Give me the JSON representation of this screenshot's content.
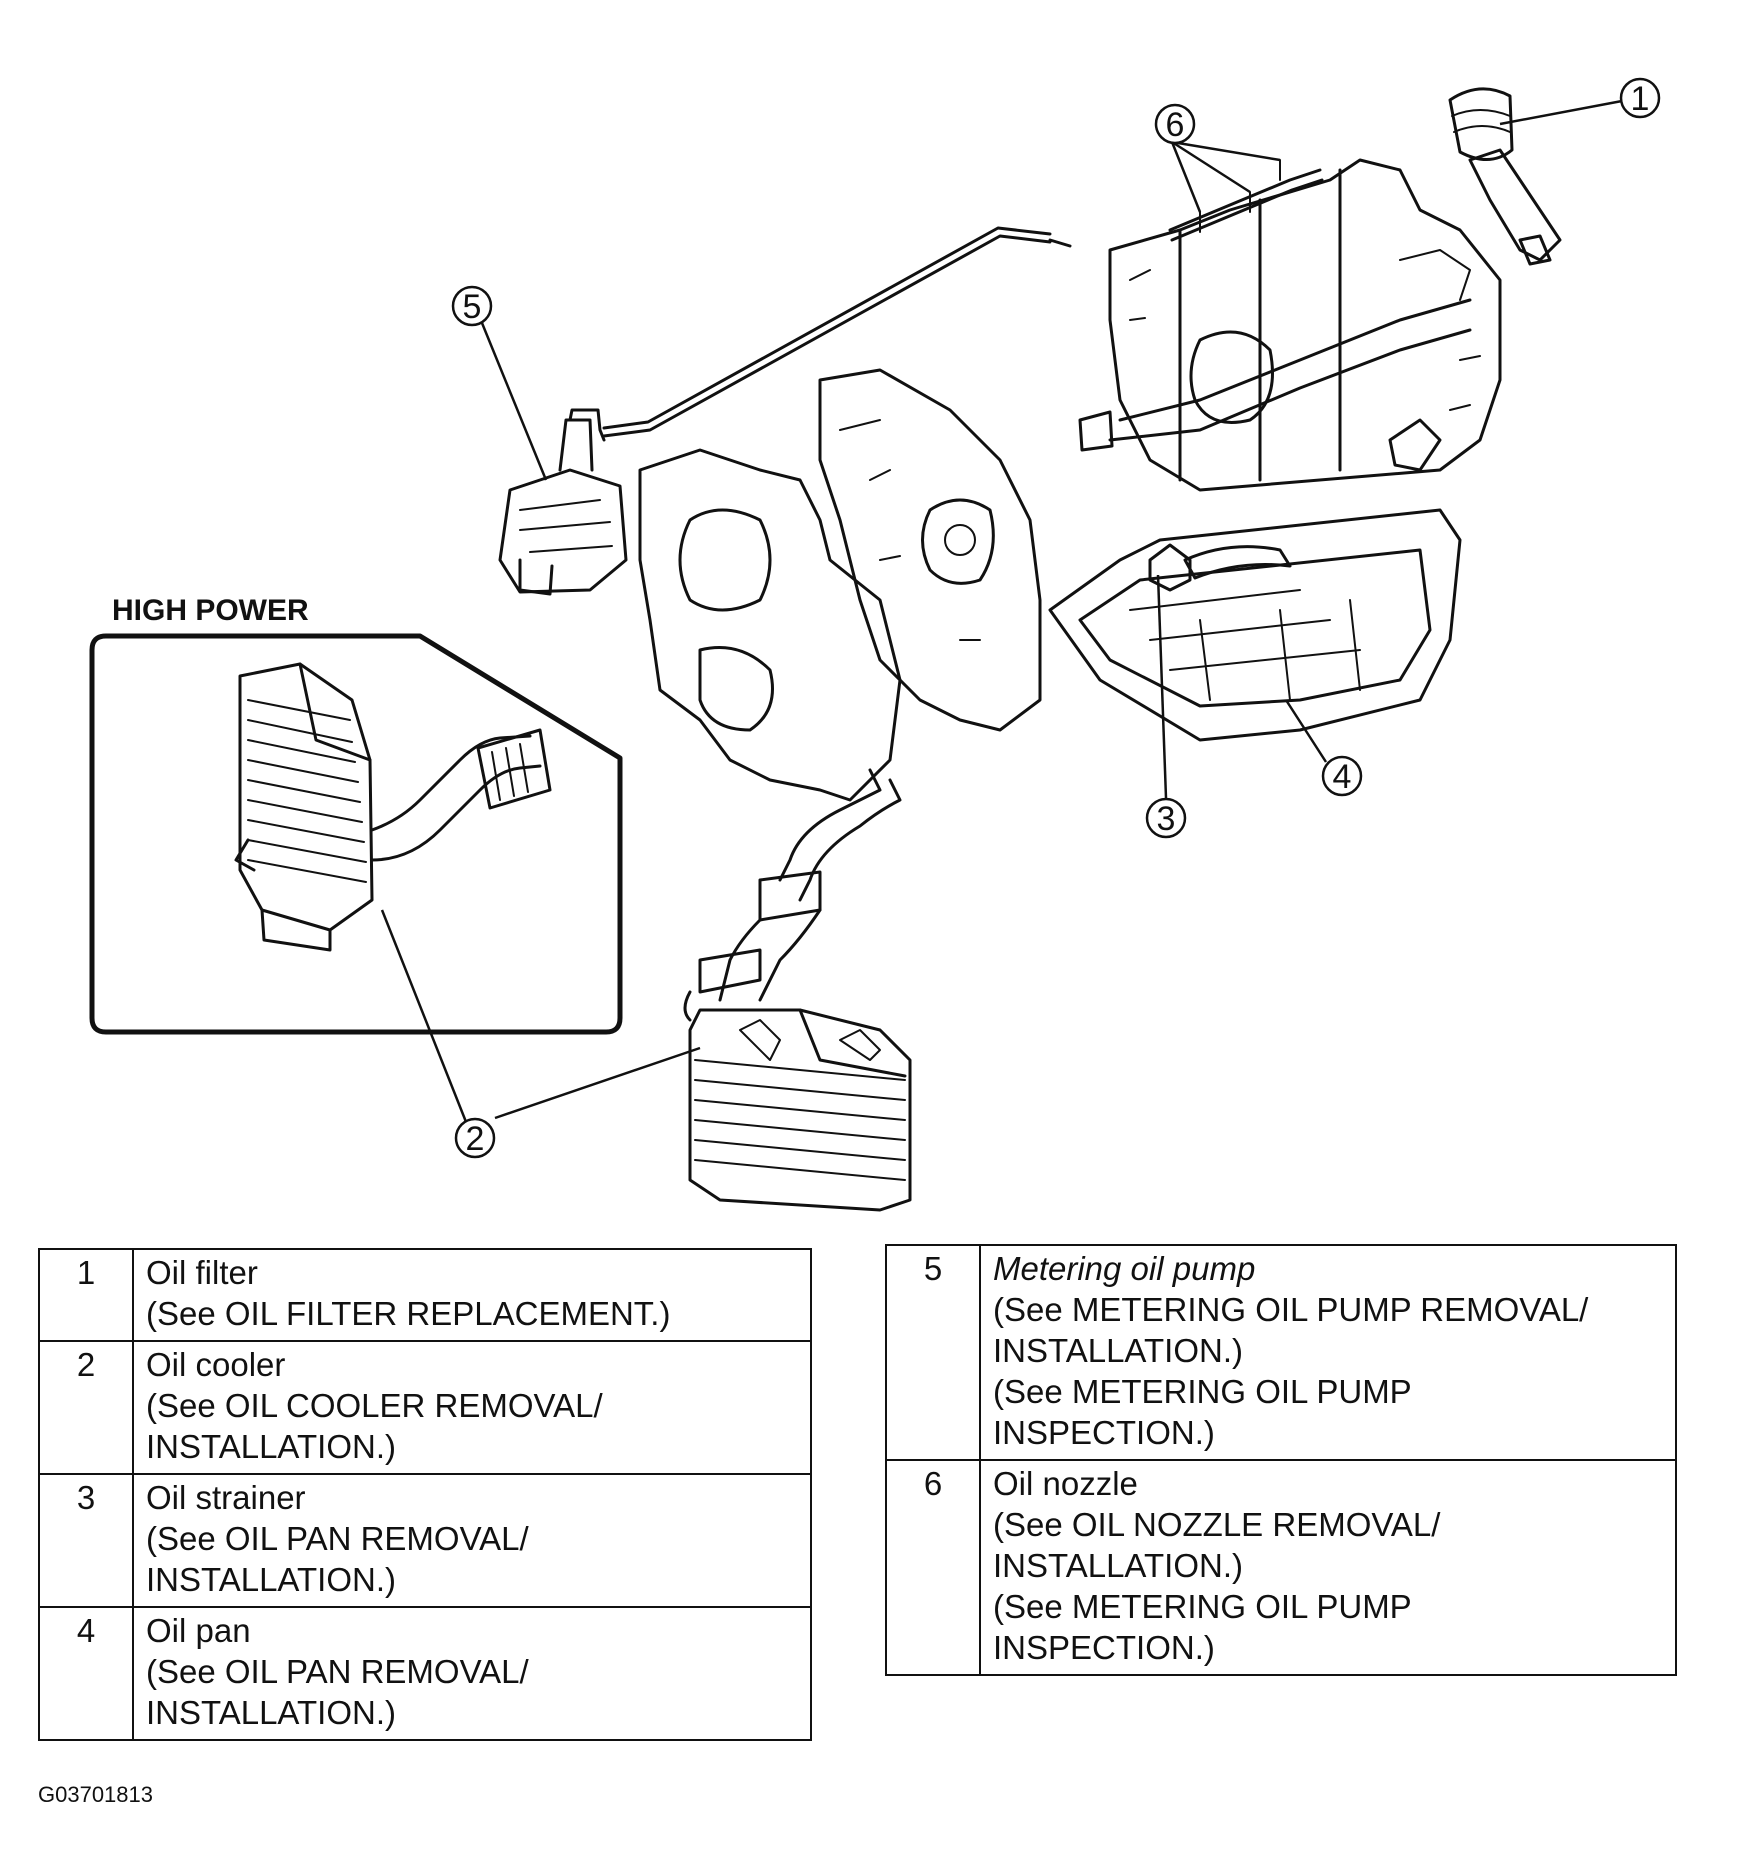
{
  "inset": {
    "title": "HIGH POWER"
  },
  "callouts": [
    {
      "num": "1"
    },
    {
      "num": "2"
    },
    {
      "num": "3"
    },
    {
      "num": "4"
    },
    {
      "num": "5"
    },
    {
      "num": "6"
    }
  ],
  "legend_left": [
    {
      "num": "1",
      "name": "Oil filter",
      "refs": [
        "(See OIL FILTER REPLACEMENT.)"
      ]
    },
    {
      "num": "2",
      "name": "Oil cooler",
      "refs": [
        "(See OIL COOLER REMOVAL/",
        "INSTALLATION.)"
      ]
    },
    {
      "num": "3",
      "name": "Oil strainer",
      "refs": [
        "(See OIL PAN REMOVAL/",
        "INSTALLATION.)"
      ]
    },
    {
      "num": "4",
      "name": "Oil pan",
      "refs": [
        "(See OIL PAN REMOVAL/",
        "INSTALLATION.)"
      ]
    }
  ],
  "legend_right": [
    {
      "num": "5",
      "name": "Metering oil pump",
      "refs": [
        "(See METERING OIL PUMP REMOVAL/",
        "INSTALLATION.)",
        "(See METERING OIL PUMP",
        "INSPECTION.)"
      ]
    },
    {
      "num": "6",
      "name": "Oil nozzle",
      "refs": [
        "(See OIL NOZZLE REMOVAL/",
        "INSTALLATION.)",
        "(See METERING OIL PUMP",
        "INSPECTION.)"
      ]
    }
  ],
  "figure_id": "G03701813"
}
